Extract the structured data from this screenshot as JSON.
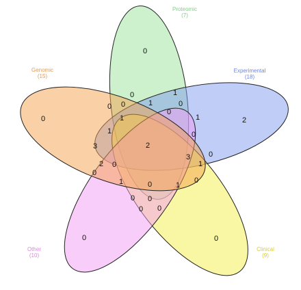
{
  "sets": [
    {
      "id": "proteomic",
      "name": "Proteomic",
      "count": "(7)",
      "fill": "#9be39b",
      "label_color": "#7fcf86"
    },
    {
      "id": "experimental",
      "name": "Experimental",
      "count": "(18)",
      "fill": "#7f9cf0",
      "label_color": "#6f86dc"
    },
    {
      "id": "clinical",
      "name": "Clinical",
      "count": "(9)",
      "fill": "#f3ee4a",
      "label_color": "#d9d02a"
    },
    {
      "id": "other",
      "name": "Other",
      "count": "(10)",
      "fill": "#f39cf3",
      "label_color": "#df86df"
    },
    {
      "id": "genomic",
      "name": "Genomic",
      "count": "(15)",
      "fill": "#f6a24e",
      "label_color": "#e39a52"
    }
  ],
  "regions": [
    {
      "id": "proteomic-only",
      "value": "0"
    },
    {
      "id": "experimental-only",
      "value": "2"
    },
    {
      "id": "clinical-only",
      "value": "0"
    },
    {
      "id": "other-only",
      "value": "0"
    },
    {
      "id": "genomic-only",
      "value": "0"
    },
    {
      "id": "center",
      "value": "2"
    },
    {
      "id": "r01",
      "value": "0"
    },
    {
      "id": "r02",
      "value": "1"
    },
    {
      "id": "r03",
      "value": "0"
    },
    {
      "id": "r04",
      "value": "0"
    },
    {
      "id": "r05",
      "value": "1"
    },
    {
      "id": "r06",
      "value": "0"
    },
    {
      "id": "r07",
      "value": "1"
    },
    {
      "id": "r08",
      "value": "0"
    },
    {
      "id": "r09",
      "value": "1"
    },
    {
      "id": "r10",
      "value": "0"
    },
    {
      "id": "r11",
      "value": "1"
    },
    {
      "id": "r12",
      "value": "3"
    },
    {
      "id": "r13",
      "value": "0"
    },
    {
      "id": "r14",
      "value": "3"
    },
    {
      "id": "r15",
      "value": "1"
    },
    {
      "id": "r16",
      "value": "2"
    },
    {
      "id": "r17",
      "value": "0"
    },
    {
      "id": "r18",
      "value": "0"
    },
    {
      "id": "r19",
      "value": "0"
    },
    {
      "id": "r20",
      "value": "1"
    },
    {
      "id": "r21",
      "value": "0"
    },
    {
      "id": "r22",
      "value": "1"
    },
    {
      "id": "r23",
      "value": "0"
    },
    {
      "id": "r24",
      "value": "0"
    },
    {
      "id": "r25",
      "value": "0"
    },
    {
      "id": "r26",
      "value": "0"
    }
  ]
}
